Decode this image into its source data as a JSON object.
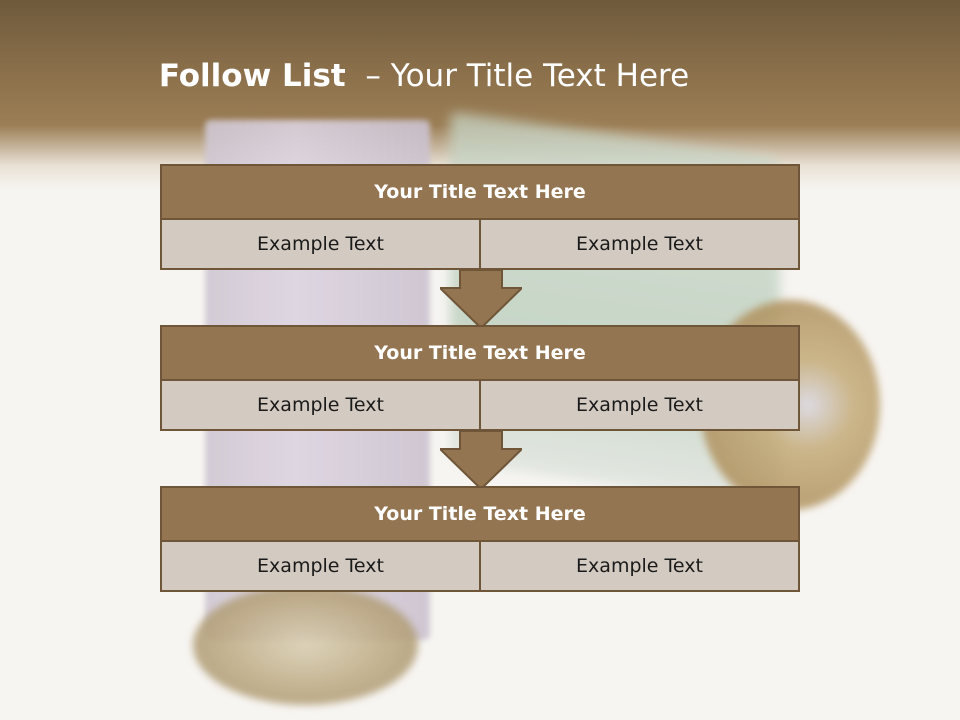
{
  "title": {
    "bold": "Follow List",
    "light": "– Your Title Text Here"
  },
  "blocks": [
    {
      "heading": "Your Title Text Here",
      "left": "Example Text",
      "right": "Example Text"
    },
    {
      "heading": "Your Title Text Here",
      "left": "Example Text",
      "right": "Example Text"
    },
    {
      "heading": "Your Title Text Here",
      "left": "Example Text",
      "right": "Example Text"
    }
  ],
  "colors": {
    "header_brown": "#937552",
    "border_brown": "#6f5638",
    "cell_bg": "#d3cbc2"
  }
}
